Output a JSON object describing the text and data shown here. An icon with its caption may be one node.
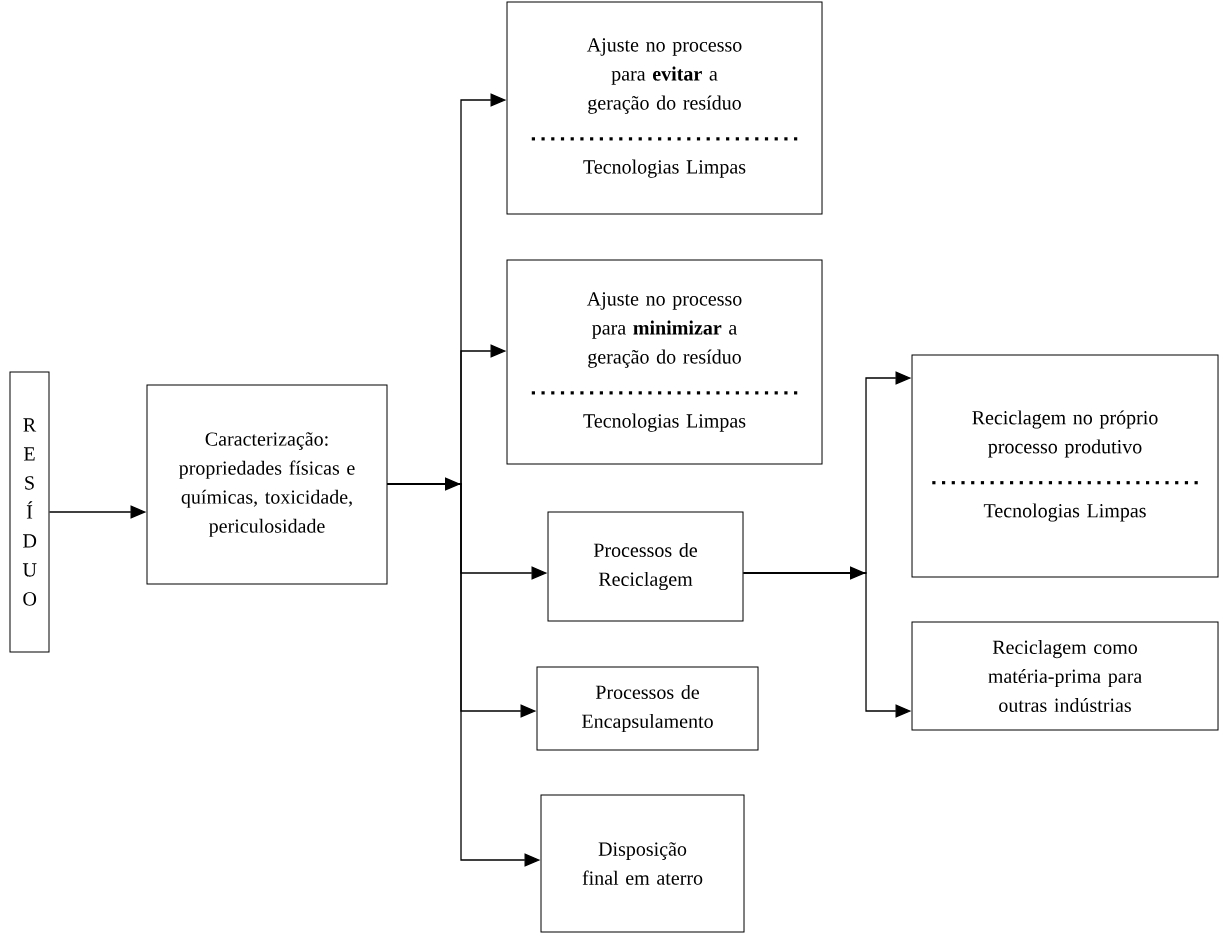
{
  "diagram": {
    "nodes": [
      {
        "text": [
          "R E S Í D U O"
        ]
      },
      {
        "text": [
          "Caracterização: propriedades físicas e químicas, toxicidade, periculosidade"
        ]
      },
      {
        "text": [
          "Ajuste no processo para **evitar** a geração do resíduo",
          "Tecnologias Limpas"
        ]
      },
      {
        "text": [
          "Ajuste no processo para **minimizar** a geração do resíduo",
          "Tecnologias Limpas"
        ]
      },
      {
        "text": [
          "Processos de Reciclagem"
        ]
      },
      {
        "text": [
          "Processos de Encapsulamento"
        ]
      },
      {
        "text": [
          "Disposição final em aterro"
        ]
      },
      {
        "text": [
          "Reciclagem no próprio processo produtivo",
          "Tecnologias Limpas"
        ]
      },
      {
        "text": [
          "Reciclagem como matéria-prima para outras indústrias"
        ]
      }
    ],
    "edges": [
      {
        "from": 0,
        "to": 1,
        "arrow": "to"
      },
      {
        "from": 1,
        "to": 2,
        "arrow": "to"
      },
      {
        "from": 1,
        "to": 3,
        "arrow": "to"
      },
      {
        "from": 1,
        "to": 4,
        "arrow": "to"
      },
      {
        "from": 1,
        "to": 5,
        "arrow": "to"
      },
      {
        "from": 1,
        "to": 6,
        "arrow": "to"
      },
      {
        "from": 4,
        "to": 7,
        "arrow": "to"
      },
      {
        "from": 4,
        "to": 8,
        "arrow": "to"
      }
    ]
  }
}
